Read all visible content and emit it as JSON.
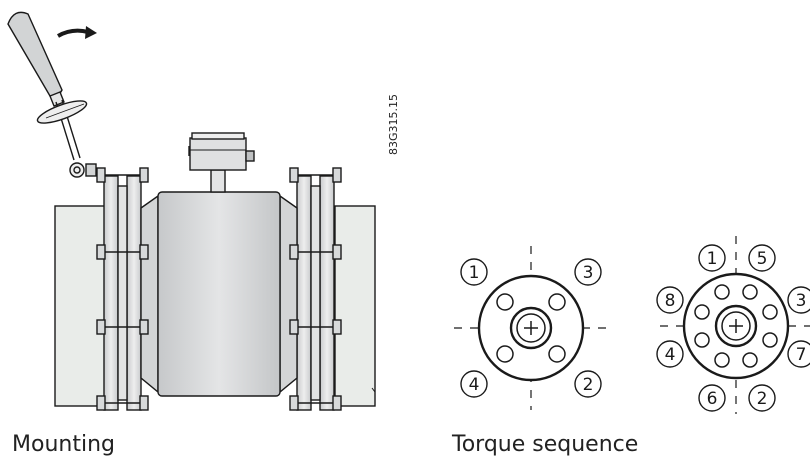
{
  "captions": {
    "mounting": "Mounting",
    "torque_sequence": "Torque sequence"
  },
  "document_id": "83G315.15",
  "flange_4_bolt": {
    "labels": [
      "1",
      "3",
      "4",
      "2"
    ]
  },
  "flange_8_bolt": {
    "labels": [
      "1",
      "5",
      "8",
      "3",
      "4",
      "7",
      "6",
      "2"
    ]
  },
  "colors": {
    "pipe_fill": "#e9ece9",
    "meter_fill": "#d9dbdc",
    "line": "#1a1a1a",
    "text": "#222222"
  }
}
